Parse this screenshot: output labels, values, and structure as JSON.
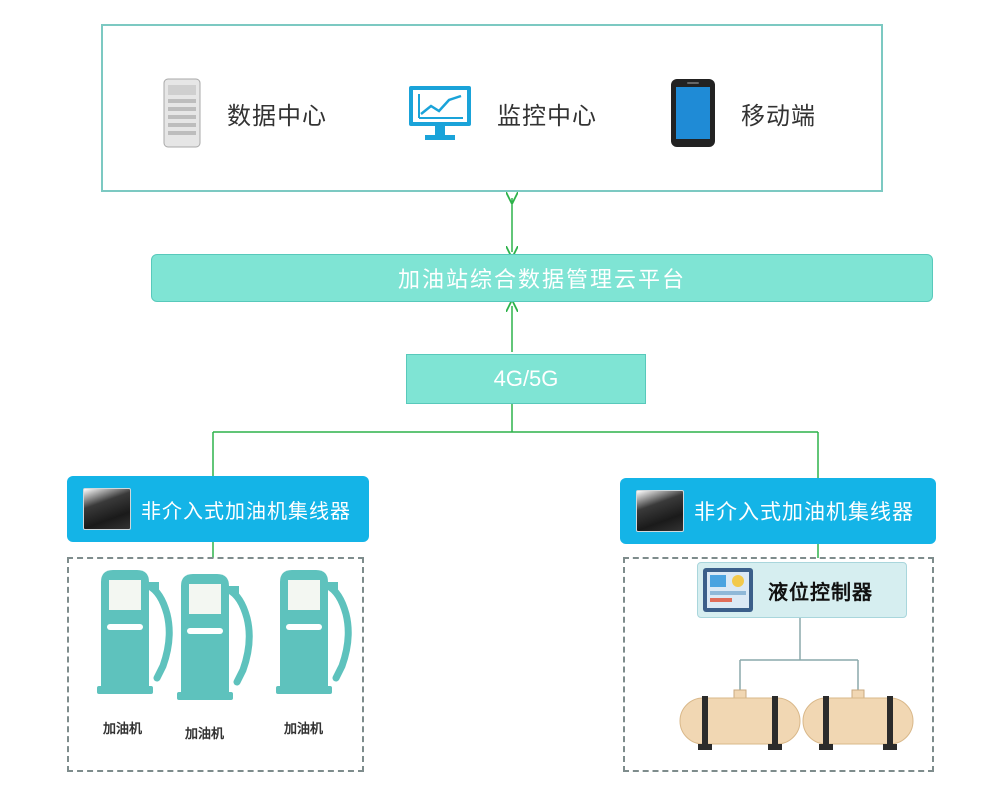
{
  "top": {
    "items": [
      {
        "label": "数据中心",
        "icon": "server-tower-icon"
      },
      {
        "label": "监控中心",
        "icon": "monitor-chart-icon"
      },
      {
        "label": "移动端",
        "icon": "mobile-phone-icon"
      }
    ]
  },
  "cloud_platform": {
    "label": "加油站综合数据管理云平台"
  },
  "network": {
    "label": "4G/5G"
  },
  "left_group": {
    "hub_label": "非介入式加油机集线器",
    "pumps": [
      {
        "label": "加油机"
      },
      {
        "label": "加油机"
      },
      {
        "label": "加油机"
      }
    ]
  },
  "right_group": {
    "hub_label": "非介入式加油机集线器",
    "controller_label": "液位控制器"
  },
  "colors": {
    "frame_border": "#7cc9c2",
    "mint_fill": "#7fe4d4",
    "hub_blue": "#14b4e7",
    "connector_green": "#2db24a",
    "pump_teal": "#5ec2bd",
    "tank_tan": "#f1d7b3"
  }
}
